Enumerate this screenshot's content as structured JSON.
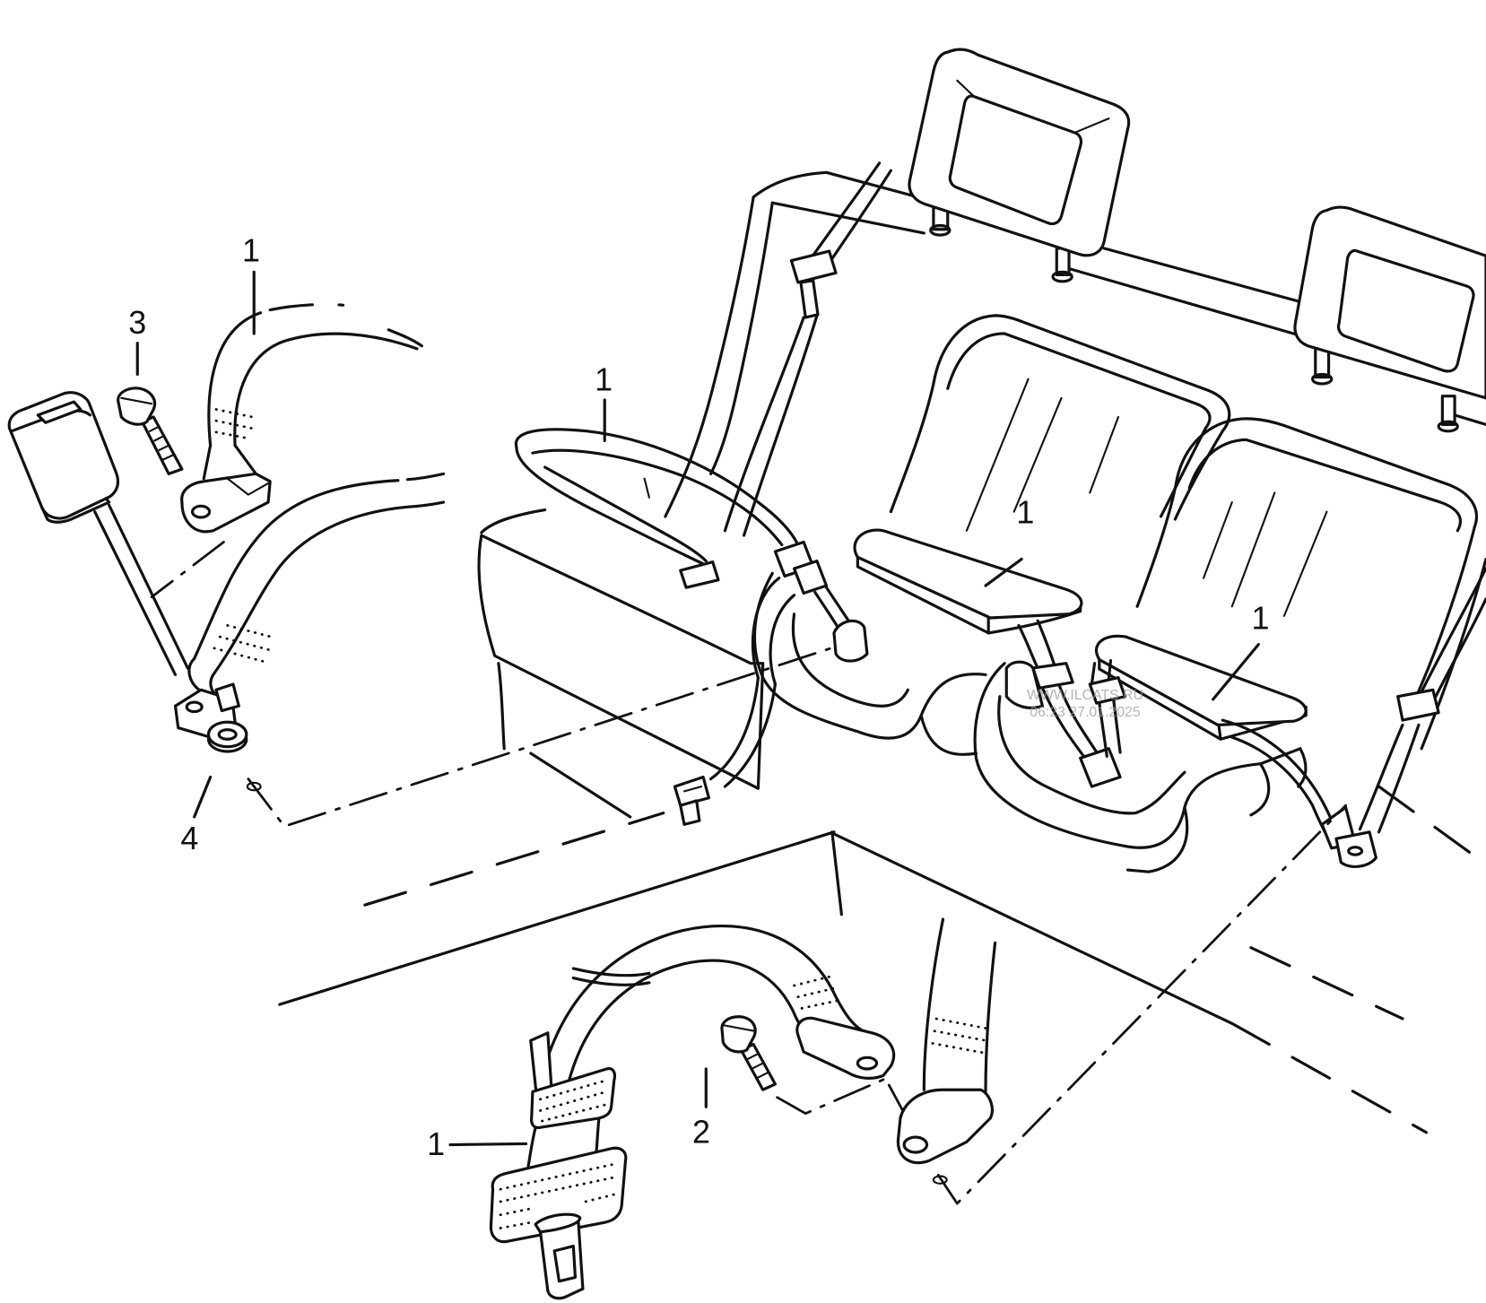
{
  "callouts": [
    "1",
    "3",
    "1",
    "1",
    "1",
    "4",
    "2",
    "1"
  ],
  "watermark": {
    "line1": "WWW.ILCATS.RU",
    "line2": "06:23 27.01.2025"
  }
}
